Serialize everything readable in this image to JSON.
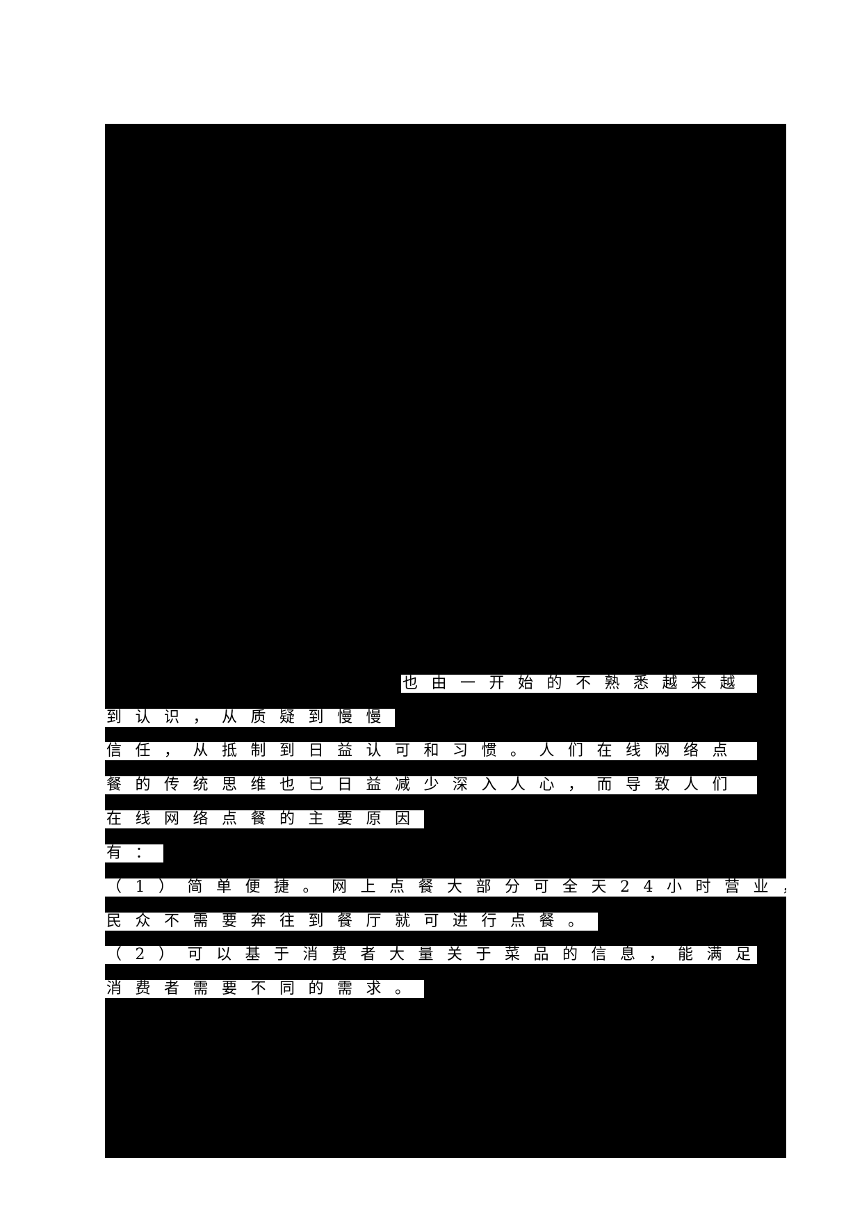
{
  "document": {
    "redaction_color": "#000000",
    "lines": [
      {
        "text": "也由一开始的不熟悉越来越"
      },
      {
        "text": "到认识，从质疑到慢慢"
      },
      {
        "text": "信任，从抵制到日益认可和习惯。人们在线网络点"
      },
      {
        "text": "餐的传统思维也已日益减少深入人心，而导致人们"
      },
      {
        "text": "在线网络点餐的主要原因"
      },
      {
        "text": "有："
      },
      {
        "text": "（1）简单便捷。网上点餐大部分可全天24小时营业，"
      },
      {
        "text": "民众不需要奔往到餐厅就可进行点餐。"
      },
      {
        "text": "（2）可以基于消费者大量关于菜品的信息，能满足"
      },
      {
        "text": "消费者需要不同的需求。"
      }
    ]
  }
}
